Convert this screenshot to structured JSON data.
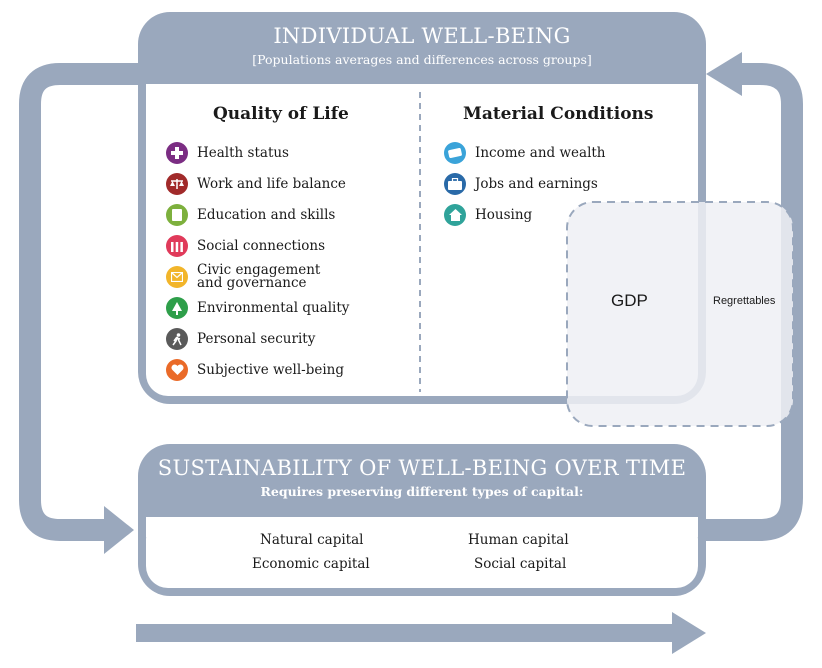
{
  "individual": {
    "title": "INDIVIDUAL WELL-BEING",
    "subtitle": "[Populations averages and differences across groups]"
  },
  "quality_of_life": {
    "title": "Quality of Life",
    "items": [
      {
        "label": "Health status",
        "icon": "health-cross-icon",
        "color": "#7b2d83"
      },
      {
        "label": "Work and life balance",
        "icon": "scales-icon",
        "color": "#a12a2a"
      },
      {
        "label": "Education and skills",
        "icon": "book-icon",
        "color": "#7db03d"
      },
      {
        "label": "Social connections",
        "icon": "people-icon",
        "color": "#e03a5a"
      },
      {
        "label": "Civic engagement\nand governance",
        "icon": "envelope-icon",
        "color": "#f2b52a"
      },
      {
        "label": "Environmental quality",
        "icon": "tree-icon",
        "color": "#2e9f4a"
      },
      {
        "label": "Personal security",
        "icon": "runner-icon",
        "color": "#5a5a5a"
      },
      {
        "label": "Subjective well-being",
        "icon": "heart-icon",
        "color": "#ea6a28"
      }
    ]
  },
  "material_conditions": {
    "title": "Material Conditions",
    "items": [
      {
        "label": "Income and wealth",
        "icon": "money-icon",
        "color": "#3aa3d9"
      },
      {
        "label": "Jobs and earnings",
        "icon": "briefcase-icon",
        "color": "#2a6aa8"
      },
      {
        "label": "Housing",
        "icon": "house-icon",
        "color": "#2fa39a"
      }
    ]
  },
  "gdp": {
    "label": "GDP",
    "regrettables": "Regrettables"
  },
  "sustainability": {
    "title": "SUSTAINABILITY OF WELL-BEING OVER TIME",
    "subtitle": "Requires preserving different types of capital:",
    "capitals": [
      "Natural capital",
      "Human capital",
      "Economic capital",
      "Social capital"
    ]
  },
  "colors": {
    "frame": "#9aa8bd",
    "gdp_fill": "#eef0f4",
    "gdp_border": "#9aa8bd"
  }
}
